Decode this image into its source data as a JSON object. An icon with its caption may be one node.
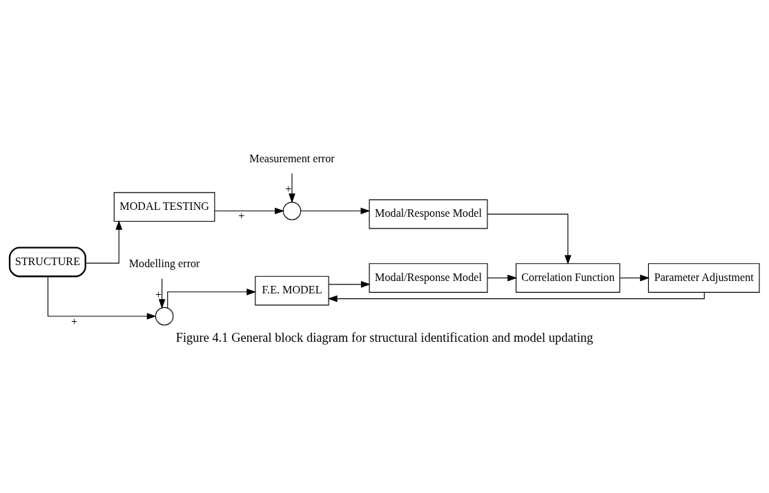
{
  "diagram": {
    "caption": "Figure 4.1 General block diagram for structural identification and model updating",
    "nodes": [
      {
        "text": [
          "STRUCTURE"
        ]
      },
      {
        "text": [
          "MODAL TESTING"
        ]
      },
      {
        "text": [],
        "shape": "circle"
      },
      {
        "text": [
          "Measurement error"
        ]
      },
      {
        "text": [
          "Modal/Response Model"
        ]
      },
      {
        "text": [],
        "shape": "circle"
      },
      {
        "text": [
          "Modelling error"
        ]
      },
      {
        "text": [
          "F.E. MODEL"
        ]
      },
      {
        "text": [
          "Modal/Response Model"
        ]
      },
      {
        "text": [
          "Correlation Function"
        ]
      },
      {
        "text": [
          "Parameter Adjustment"
        ]
      }
    ],
    "edges": [
      {
        "from": 0,
        "to": 1,
        "arrow": "to"
      },
      {
        "from": 0,
        "to": 5,
        "arrow": "to",
        "label": "+"
      },
      {
        "from": 1,
        "to": 2,
        "arrow": "to",
        "label": "+"
      },
      {
        "from": 3,
        "to": 2,
        "arrow": "to",
        "label": "+"
      },
      {
        "from": 2,
        "to": 4,
        "arrow": "to"
      },
      {
        "from": 6,
        "to": 5,
        "arrow": "to",
        "label": "+"
      },
      {
        "from": 5,
        "to": 7,
        "arrow": "to"
      },
      {
        "from": 7,
        "to": 8,
        "arrow": "to"
      },
      {
        "from": 4,
        "to": 9,
        "arrow": "to"
      },
      {
        "from": 8,
        "to": 9,
        "arrow": "to"
      },
      {
        "from": 9,
        "to": 10,
        "arrow": "to"
      },
      {
        "from": 10,
        "to": 7,
        "arrow": "to"
      }
    ]
  }
}
